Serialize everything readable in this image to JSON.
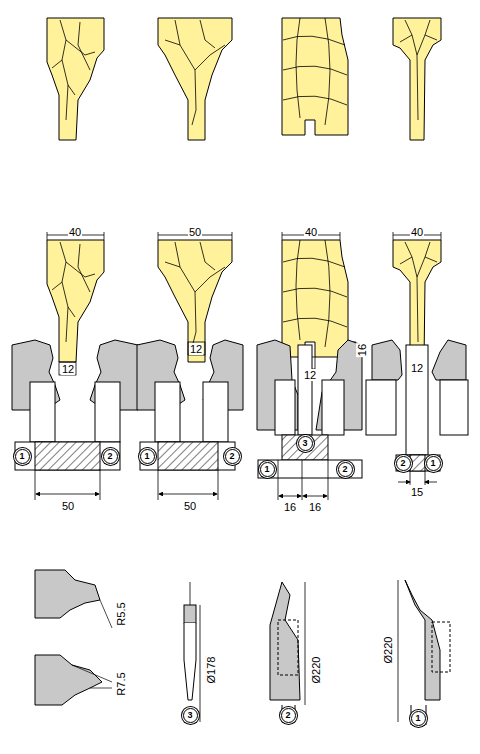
{
  "diagram": {
    "nodes": [
      {
        "text": [
          "1"
        ]
      },
      {
        "text": [
          "2"
        ]
      },
      {
        "text": [
          "1"
        ]
      },
      {
        "text": [
          "2"
        ]
      },
      {
        "text": [
          "3"
        ]
      },
      {
        "text": [
          "1"
        ]
      },
      {
        "text": [
          "2"
        ]
      },
      {
        "text": [
          "2"
        ]
      },
      {
        "text": [
          "1"
        ]
      },
      {
        "text": [
          "3"
        ]
      },
      {
        "text": [
          "2"
        ]
      },
      {
        "text": [
          "1"
        ]
      }
    ],
    "labels": [
      "40",
      "50",
      "40",
      "40",
      "12",
      "12",
      "12",
      "16",
      "12",
      "50",
      "50",
      "16",
      "16",
      "15",
      "R5.5",
      "R7.5",
      "Ø178",
      "Ø220",
      "Ø220"
    ]
  }
}
